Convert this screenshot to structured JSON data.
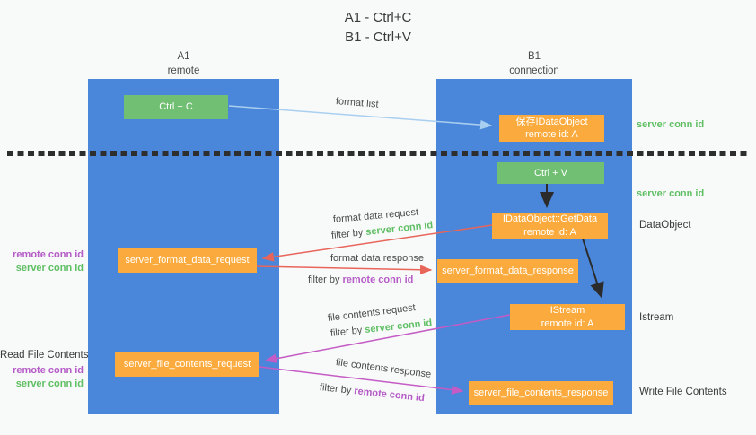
{
  "title": {
    "line1": "A1 - Ctrl+C",
    "line2": "B1 - Ctrl+V"
  },
  "lanes": {
    "left": {
      "title": "A1",
      "subtitle": "remote"
    },
    "right": {
      "title": "B1",
      "subtitle": "connection"
    }
  },
  "nodes": {
    "ctrl_c": {
      "label": "Ctrl + C"
    },
    "save_dataobject": {
      "line1": "保存IDataObject",
      "line2": "remote id: A"
    },
    "ctrl_v": {
      "label": "Ctrl + V"
    },
    "getdata": {
      "line1": "IDataObject::GetData",
      "line2": "remote id: A"
    },
    "format_request": {
      "label": "server_format_data_request"
    },
    "format_response": {
      "label": "server_format_data_response"
    },
    "istream": {
      "line1": "IStream",
      "line2": "remote id: A"
    },
    "file_request": {
      "label": "server_file_contents_request"
    },
    "file_response": {
      "label": "server_file_contents_response"
    }
  },
  "arrow_labels": {
    "format_list": "format list",
    "format_data_request": "format data request",
    "format_data_request_filter": {
      "prefix": "filter by ",
      "highlight": "server conn id"
    },
    "format_data_response": "format data response",
    "format_data_response_filter": {
      "prefix": "filter by ",
      "highlight": "remote conn id"
    },
    "file_contents_request": "file contents request",
    "file_contents_request_filter": {
      "prefix": "filter by ",
      "highlight": "server conn id"
    },
    "file_contents_response": "file contents response",
    "file_contents_response_filter": {
      "prefix": "filter by ",
      "highlight": "remote conn id"
    }
  },
  "annotations": {
    "right_server_conn_id_top": "server conn id",
    "right_server_conn_id_mid": "server conn id",
    "dataobject": "DataObject",
    "istream": "Istream",
    "write_file_contents": "Write File Contents",
    "left_remote_conn_id_top": "remote conn id",
    "left_server_conn_id_top": "server conn id",
    "read_file_contents": "Read File Contents",
    "left_remote_conn_id_bottom": "remote conn id",
    "left_server_conn_id_bottom": "server conn id"
  },
  "colors": {
    "lane_blue": "#4a86d9",
    "node_green": "#70bf73",
    "node_orange": "#fbab3d",
    "server_conn_green": "#5fbf63",
    "remote_conn_purple": "#b55bc7",
    "arrow_red": "#e8655a",
    "arrow_magenta": "#c55bc5",
    "arrow_lightblue": "#a9cff0",
    "arrow_black": "#2b2b2b"
  }
}
